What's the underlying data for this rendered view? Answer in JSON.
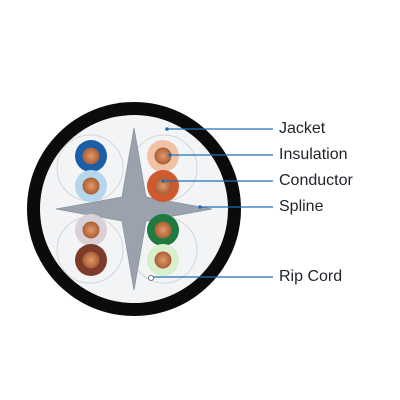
{
  "labels": {
    "jacket": "Jacket",
    "insulation": "Insulation",
    "conductor": "Conductor",
    "spline": "Spline",
    "rip_cord": "Rip Cord"
  },
  "colors": {
    "jacket": "#0b0b0b",
    "core_fill": "#f3f4f6",
    "spline": "#9aa3ad",
    "leader_line": "#1f6fb2",
    "copper": "#b2673c",
    "pair_blue": "#1c5fa8",
    "pair_blue_white": "#b6d6ee",
    "pair_orange_white": "#efc2a6",
    "pair_orange": "#cf5a2f",
    "pair_brown_white": "#d9d0d8",
    "pair_brown": "#7b3c2c",
    "pair_green": "#1f7a3f",
    "pair_green_white": "#d8efcc"
  }
}
